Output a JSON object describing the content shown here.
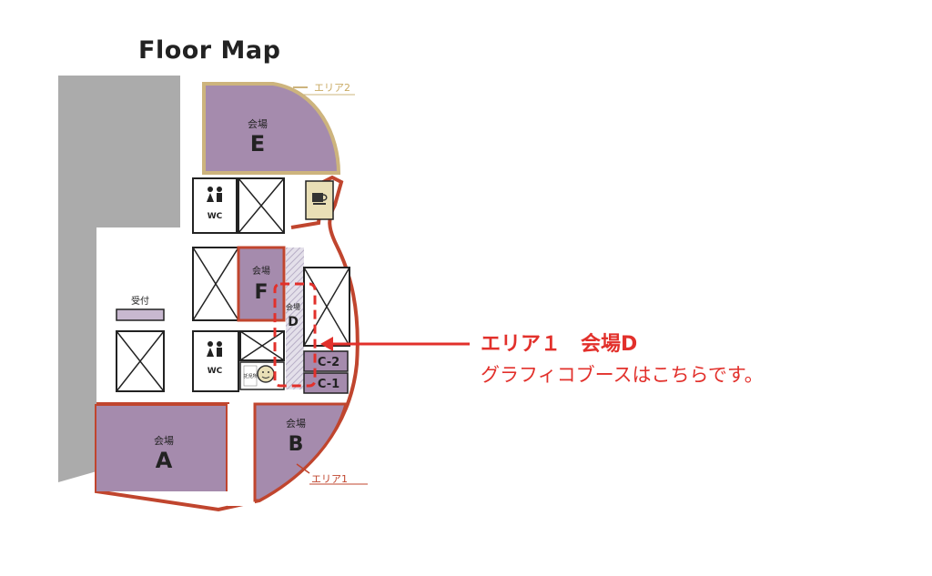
{
  "title": "Floor Map",
  "colors": {
    "venue_fill": "#a58bad",
    "area1_border": "#c0452e",
    "area2_border": "#cdb47d",
    "gray_block": "#ababab",
    "cafe_fill": "#e9dfb6",
    "callout": "#e2302b",
    "stripe": "#c9c3d3"
  },
  "areas": {
    "area1_label": "エリア1",
    "area2_label": "エリア2"
  },
  "venues": {
    "prefix": "会場",
    "a": "A",
    "b": "B",
    "d": "D",
    "e": "E",
    "f": "F",
    "c1": "C-1",
    "c2": "C-2"
  },
  "facilities": {
    "reception": "受付",
    "wc_top": "WC",
    "wc_bottom": "WC",
    "small_room": "託児所",
    "cafe_icon": "coffee-cup-icon",
    "restroom_icon": "restroom-icon",
    "baby_icon": "baby-icon",
    "elevator_icon": "elevator-x-icon"
  },
  "callout": {
    "title": "エリア１　会場D",
    "subtitle": "グラフィコブースはこちらです。"
  }
}
